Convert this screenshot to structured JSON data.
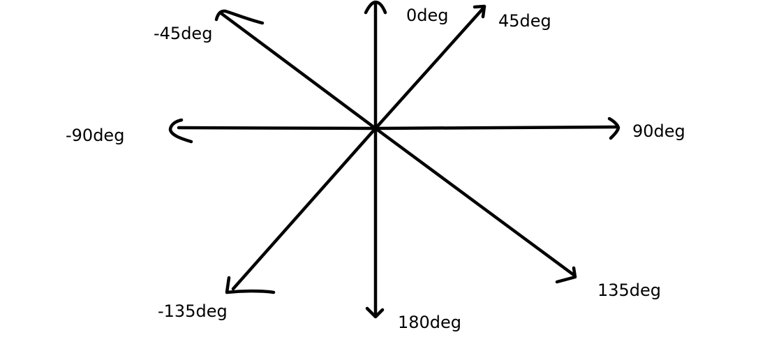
{
  "diagram": {
    "type": "angle-direction-diagram",
    "stroke_color": "#000000",
    "background_color": "#ffffff",
    "directions": [
      {
        "label": "0deg",
        "angle": 0
      },
      {
        "label": "45deg",
        "angle": 45
      },
      {
        "label": "90deg",
        "angle": 90
      },
      {
        "label": "135deg",
        "angle": 135
      },
      {
        "label": "180deg",
        "angle": 180
      },
      {
        "label": "-135deg",
        "angle": -135
      },
      {
        "label": "-90deg",
        "angle": -90
      },
      {
        "label": "-45deg",
        "angle": -45
      }
    ]
  }
}
